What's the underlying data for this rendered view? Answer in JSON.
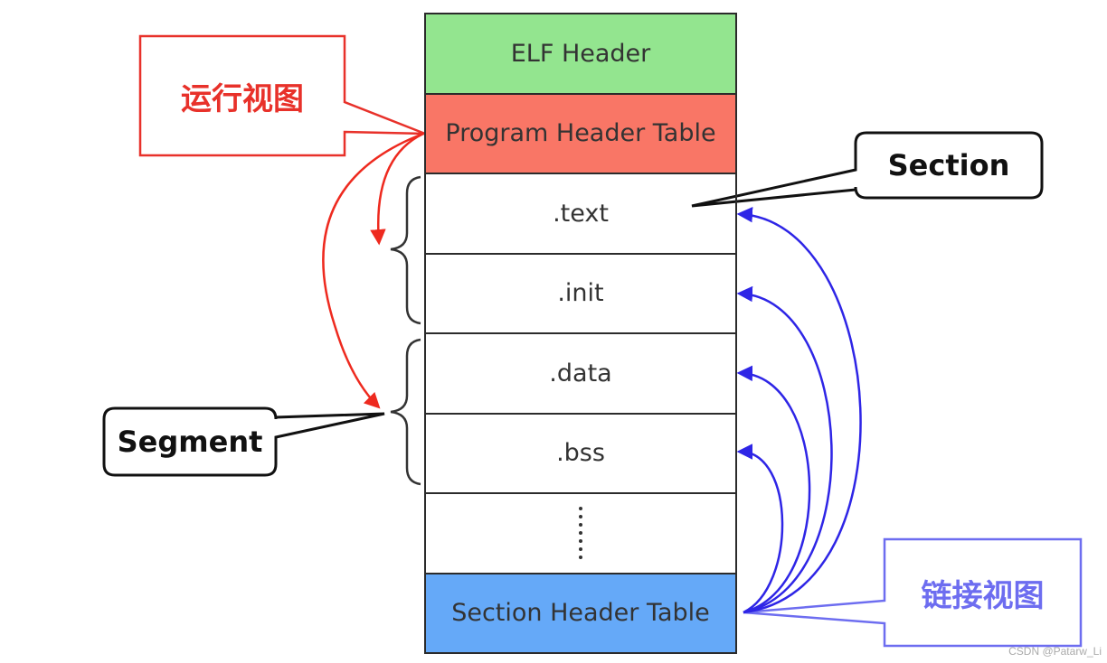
{
  "stack": {
    "elf_header": "ELF Header",
    "program_header_table": "Program Header Table",
    "text": ".text",
    "init": ".init",
    "data": ".data",
    "bss": ".bss",
    "section_header_table": "Section Header Table"
  },
  "callouts": {
    "run_view": "运行视图",
    "link_view": "链接视图",
    "section": "Section",
    "segment": "Segment"
  },
  "colors": {
    "elf_header": "#93e58f",
    "program_header_table": "#f97666",
    "section_header_table": "#65a9f8",
    "run_view": "#e8312a",
    "link_view": "#6d6df0",
    "red_arrow": "#ee2a1f",
    "blue_arrow": "#2e25e6"
  },
  "watermark": "CSDN @Patarw_Li"
}
